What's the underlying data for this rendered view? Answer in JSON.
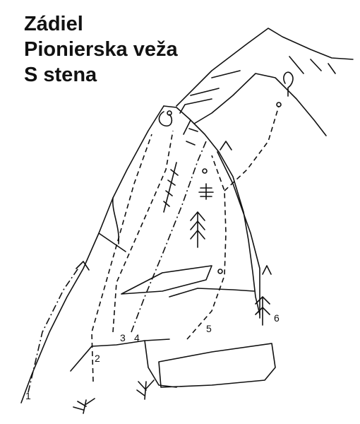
{
  "title": {
    "line1": "Zádiel",
    "line2": "Pionierska veža",
    "line3": "S stena"
  },
  "route_labels": [
    "1",
    "2",
    "3",
    "4",
    "5",
    "6"
  ]
}
